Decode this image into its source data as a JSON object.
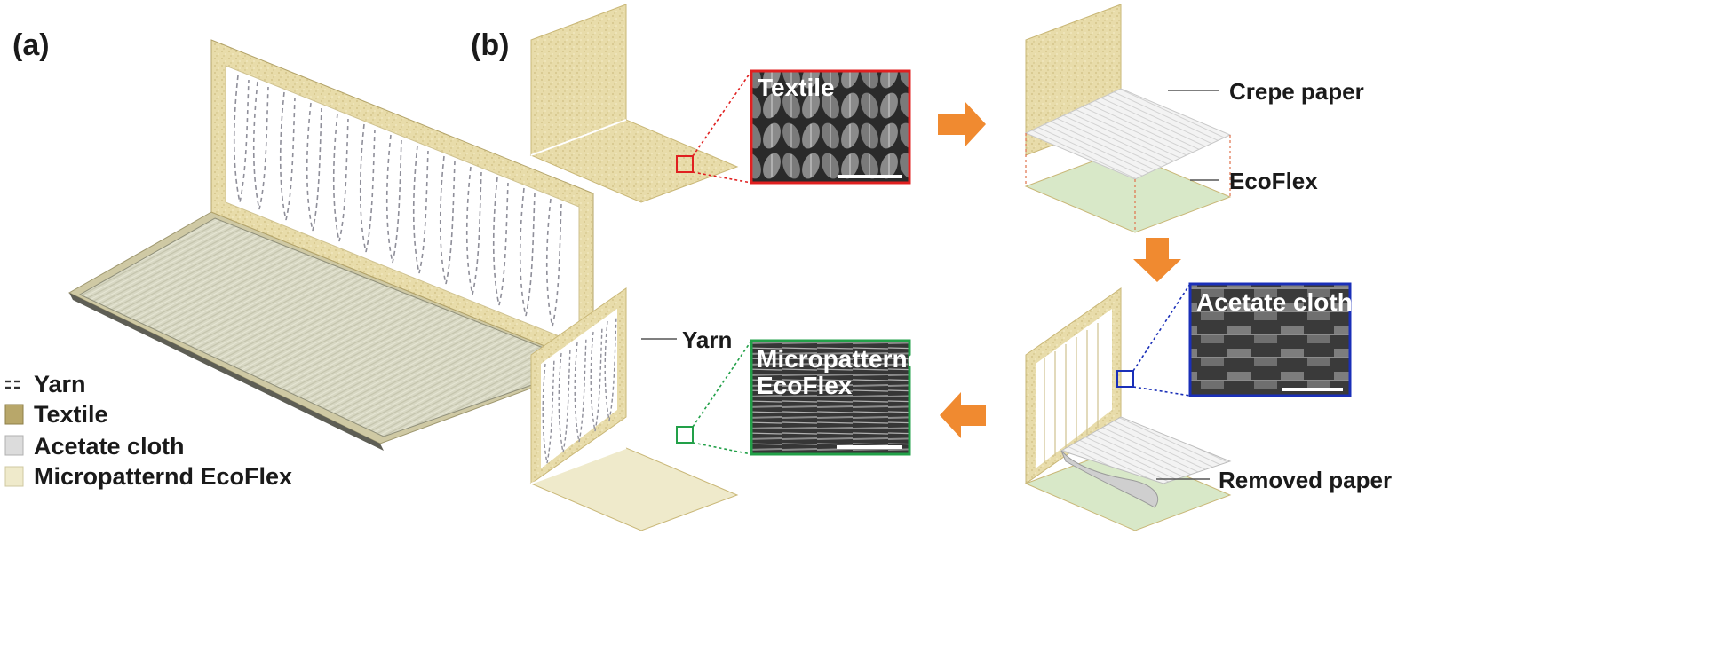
{
  "panels": {
    "a_label": "(a)",
    "b_label": "(b)"
  },
  "legend": [
    {
      "text": "Yarn",
      "swatch": "dashed"
    },
    {
      "text": "Textile",
      "swatch": "#b8a76a"
    },
    {
      "text": "Acetate cloth",
      "swatch": "#dcdcdc"
    },
    {
      "text": "Micropatternd EcoFlex",
      "swatch": "#efeacb"
    }
  ],
  "sem_insets": {
    "textile": {
      "text": "Textile",
      "border": "#e02020"
    },
    "acetate": {
      "text": "Acetate cloth",
      "border": "#1a2fb8"
    },
    "ecoflex_line1": "Micropatterned",
    "ecoflex_line2": "EcoFlex",
    "ecoflex_border": "#22a048"
  },
  "callouts": {
    "crepe": "Crepe paper",
    "ecoflex": "EcoFlex",
    "removed": "Removed paper",
    "yarn": "Yarn"
  },
  "colors": {
    "textile": "#e6d9a0",
    "textile_dark": "#c9b777",
    "arrow": "#f08a30",
    "ecoflex": "#d8e8c8"
  }
}
